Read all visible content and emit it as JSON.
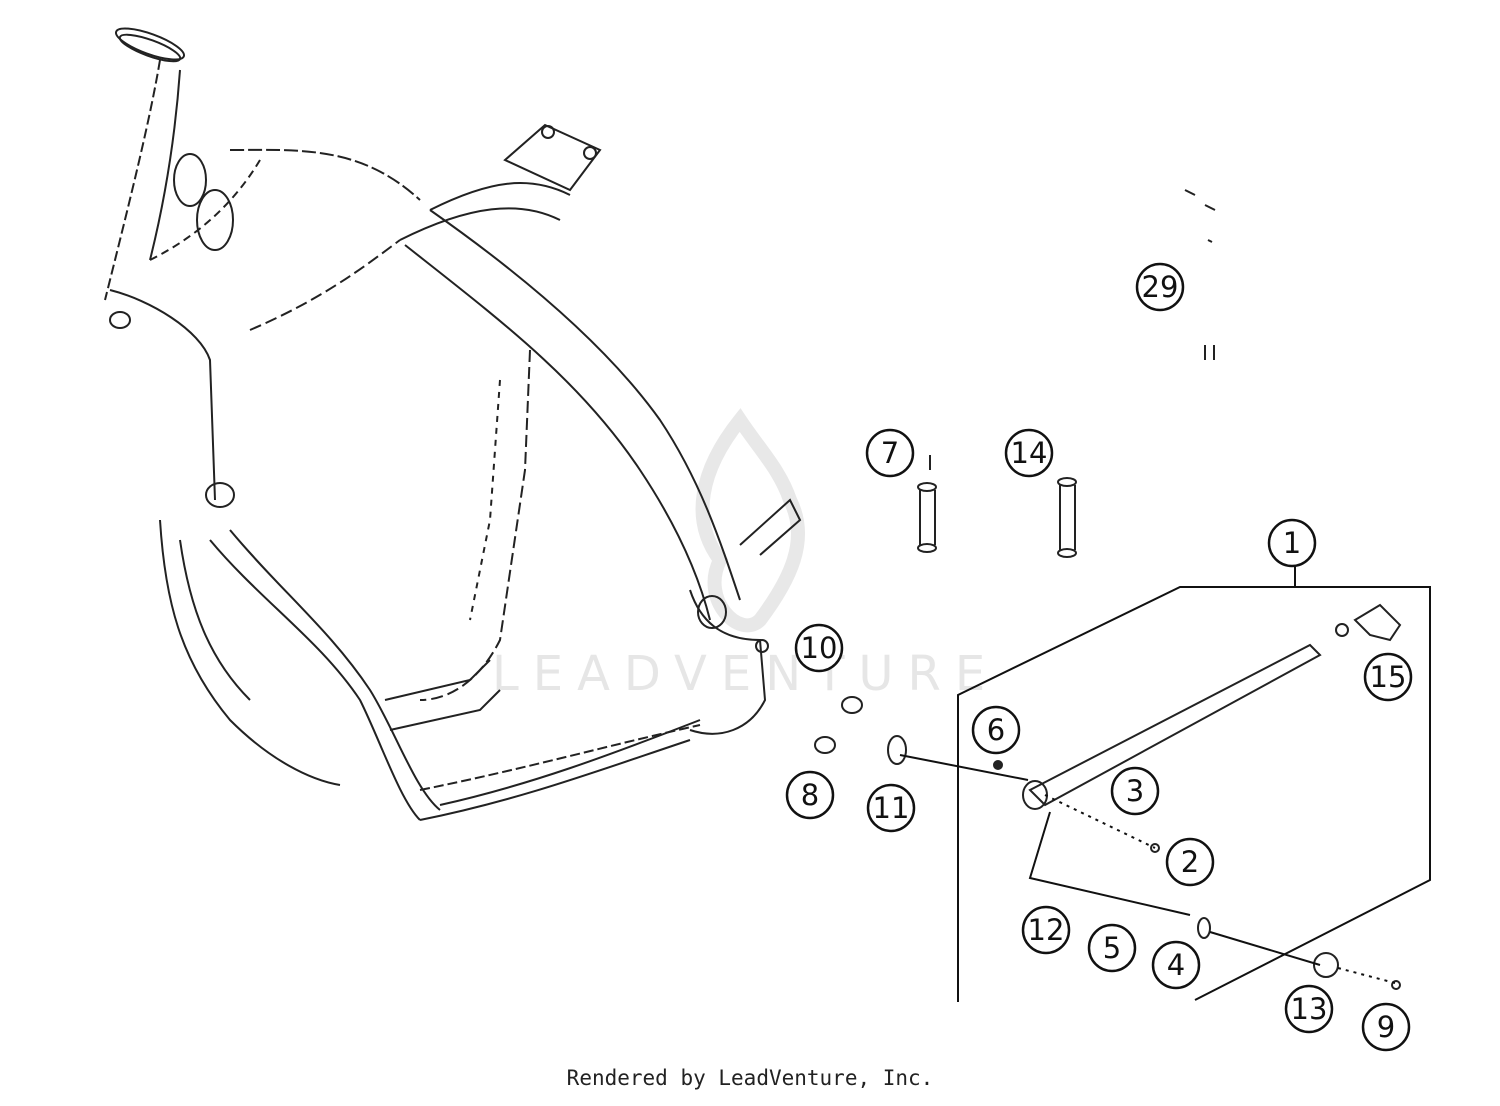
{
  "footer": {
    "text": "Rendered by LeadVenture, Inc."
  },
  "watermark": {
    "text": "LEADVENTURE"
  },
  "callouts": [
    {
      "id": "1",
      "label": "1"
    },
    {
      "id": "2",
      "label": "2"
    },
    {
      "id": "3",
      "label": "3"
    },
    {
      "id": "4",
      "label": "4"
    },
    {
      "id": "5",
      "label": "5"
    },
    {
      "id": "6",
      "label": "6"
    },
    {
      "id": "7",
      "label": "7"
    },
    {
      "id": "8",
      "label": "8"
    },
    {
      "id": "9",
      "label": "9"
    },
    {
      "id": "10",
      "label": "10"
    },
    {
      "id": "11",
      "label": "11"
    },
    {
      "id": "12",
      "label": "12"
    },
    {
      "id": "13",
      "label": "13"
    },
    {
      "id": "14",
      "label": "14"
    },
    {
      "id": "15",
      "label": "15"
    },
    {
      "id": "29",
      "label": "29"
    }
  ],
  "colors": {
    "line": "#111111",
    "watermark": "#e6e6e6",
    "background": "#ffffff"
  }
}
